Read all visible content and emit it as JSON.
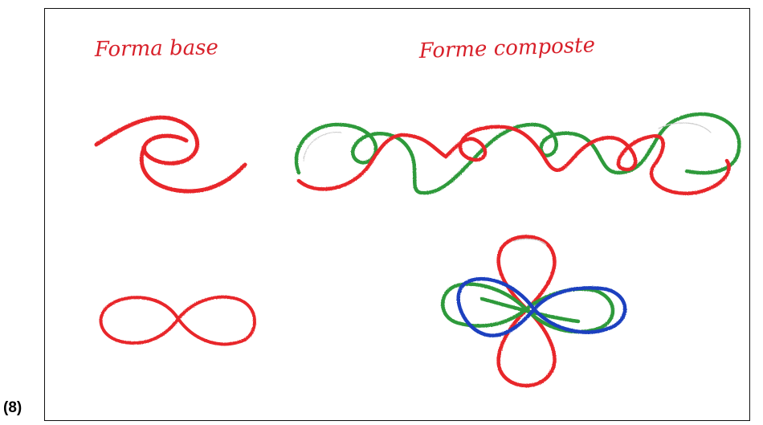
{
  "figure_label": "(8)",
  "headings": {
    "base": "Forma base",
    "composite": "Forme composte"
  },
  "colors": {
    "red": "#e8262a",
    "green": "#2e9a3a",
    "blue": "#1a3fbf",
    "heading": "#d8202a"
  }
}
